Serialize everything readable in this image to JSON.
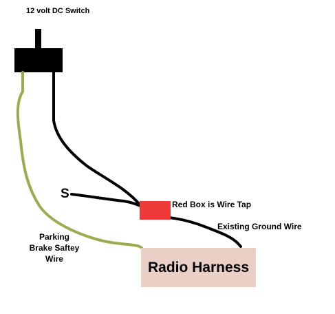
{
  "labels": {
    "switch": "12 volt DC Switch",
    "wire_tap": "Red Box is Wire Tap",
    "ground": "Existing Ground Wire",
    "parking_lines": [
      "Parking",
      "Brake Saftey",
      "Wire"
    ],
    "s_terminal": "S",
    "harness": "Radio Harness"
  },
  "colors": {
    "switch_body": "#000000",
    "black_wire": "#000000",
    "green_wire": "#9aac4e",
    "wire_tap": "#f03a3a",
    "harness_fill": "#e9cfc6",
    "text": "#000000"
  }
}
